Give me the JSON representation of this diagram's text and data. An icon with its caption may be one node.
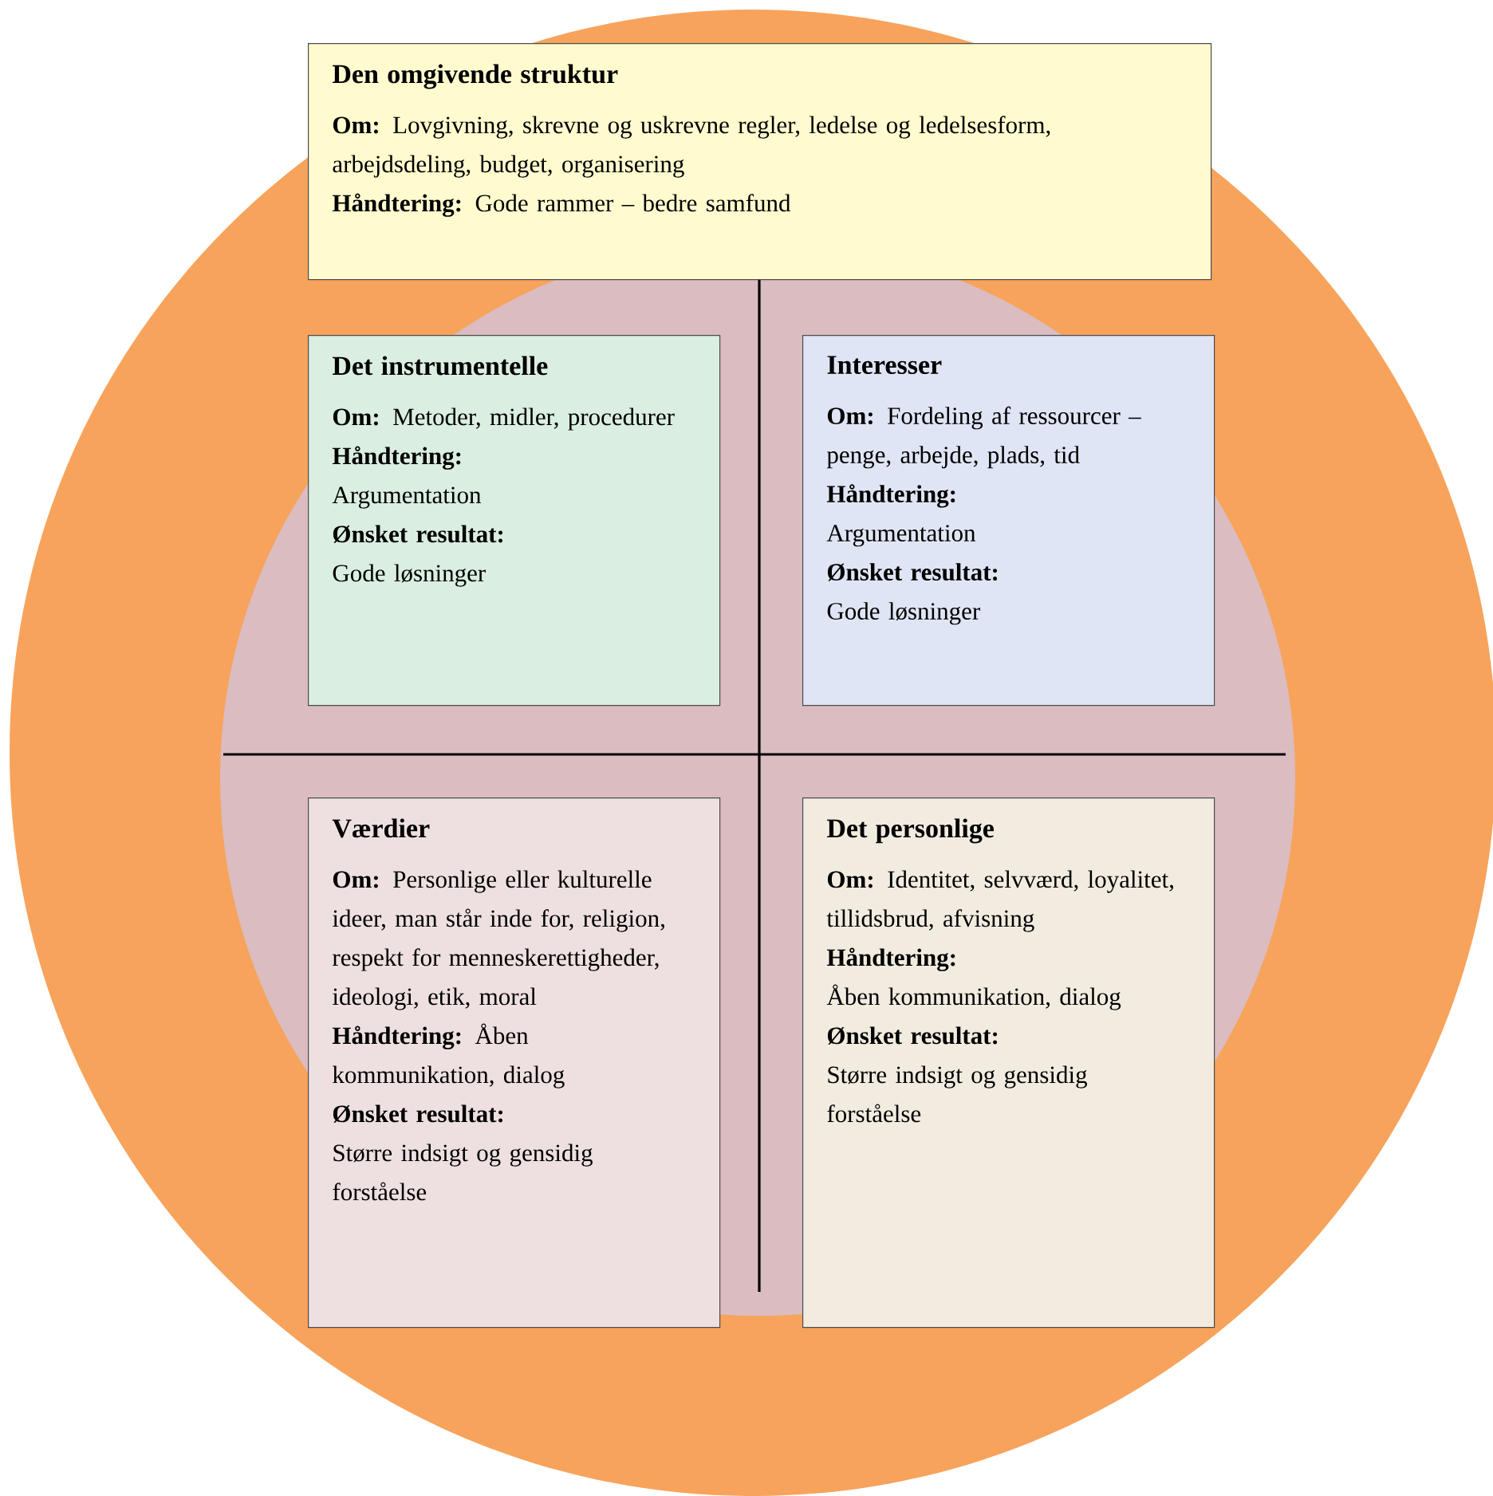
{
  "diagram": {
    "nodes": [
      {
        "text": [
          "Den omgivende struktur",
          "**Om:** Lovgivning, skrevne og uskrevne regler, ledelse og ledelsesform, arbejdsdeling, budget, organisering",
          "**Håndtering:** Gode rammer – bedre samfund"
        ]
      },
      {
        "text": [
          "Det instrumentelle",
          "**Om:** Metoder, midler, procedurer",
          "**Håndtering:**",
          "Argumentation",
          "**Ønsket resultat:**",
          "Gode løsninger"
        ]
      },
      {
        "text": [
          "Interesser",
          "**Om:** Fordeling af ressourcer – penge, arbejde, plads, tid",
          "**Håndtering:**",
          "Argumentation",
          "**Ønsket resultat:**",
          "Gode løsninger"
        ]
      },
      {
        "text": [
          "Værdier",
          "**Om:** Personlige eller kulturelle ideer, man står inde for, religion, respekt for menneskerettigheder, ideologi, etik, moral",
          "**Håndtering:** Åben kommunikation, dialog",
          "**Ønsket resultat:**",
          "Større indsigt og gensidig forståelse"
        ]
      },
      {
        "text": [
          "Det personlige",
          "**Om:** Identitet, selvværd, loyalitet, tillidsbrud, afvisning",
          "**Håndtering:**",
          "Åben kommunikation, dialog",
          "**Ønsket resultat:**",
          "Større indsigt og gensidig forståelse"
        ]
      }
    ]
  }
}
